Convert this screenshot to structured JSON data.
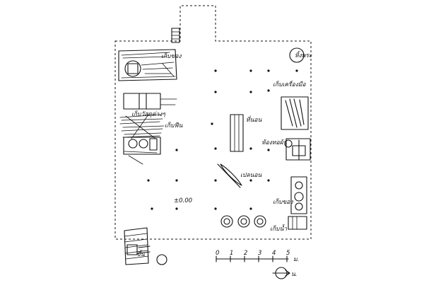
{
  "labels": {
    "storage_top": "เก็บของ",
    "altar": "หิ้งพระ",
    "clothes_storage": "เก็บเครื่องมือ",
    "storage_mid": "เก็บวัสดุต่างๆ",
    "firewood": "เก็บฟืน",
    "bed": "ที่นอน",
    "weaving": "ห้องทอผ้า",
    "hammock": "เปลนอน",
    "storage_right": "เก็บของ",
    "ground_level": "±0.00",
    "water_jars": "เก็บน้ำ",
    "stairs": "ขึ้น",
    "scale_unit": "ม.",
    "north": "น."
  },
  "scale": {
    "ticks": [
      "0",
      "1",
      "2",
      "3",
      "4",
      "5"
    ]
  }
}
